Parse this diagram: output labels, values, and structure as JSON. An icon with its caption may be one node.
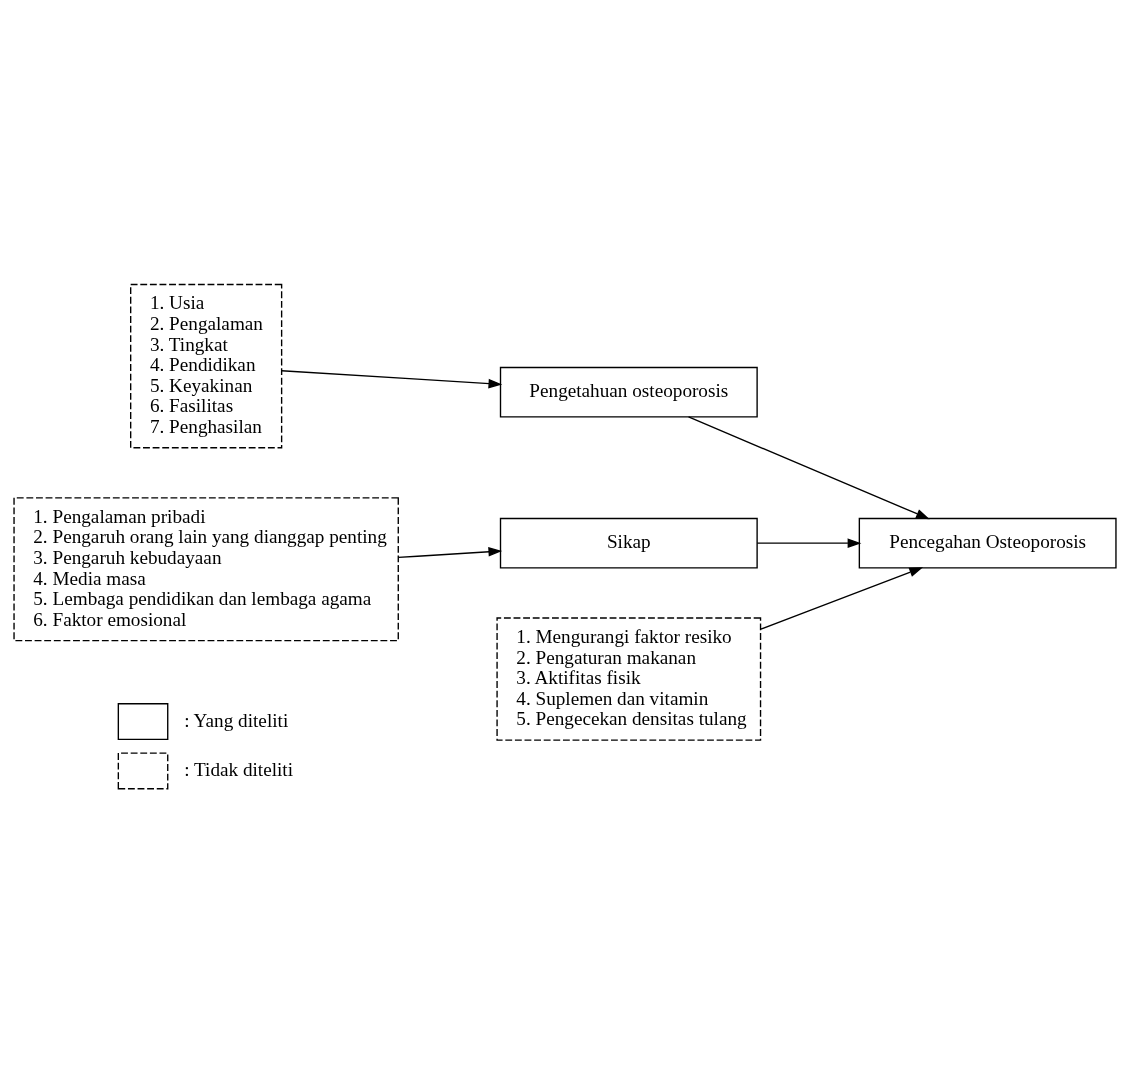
{
  "diagram": {
    "nodes": [
      {
        "text": [
          "1. Usia",
          "2. Pengalaman",
          "3. Tingkat",
          "4. Pendidikan",
          "5. Keyakinan",
          "6. Fasilitas",
          "7. Penghasilan"
        ]
      },
      {
        "text": [
          "Pengetahuan osteoporosis"
        ]
      },
      {
        "text": [
          "Pencegahan Osteoporosis"
        ]
      },
      {
        "text": [
          "1. Pengalaman pribadi",
          "2. Pengaruh orang lain yang dianggap penting",
          "3. Pengaruh kebudayaan",
          "4. Media masa",
          "5. Lembaga pendidikan dan lembaga agama",
          "6. Faktor emosional"
        ]
      },
      {
        "text": [
          "Sikap"
        ]
      },
      {
        "text": [
          "1. Mengurangi faktor resiko",
          "2. Pengaturan makanan",
          "3. Aktifitas fisik",
          "4. Suplemen dan vitamin",
          "5. Pengecekan densitas tulang"
        ]
      }
    ],
    "edges": [
      {
        "from": 0,
        "to": 1,
        "arrow": "to"
      },
      {
        "from": 1,
        "to": 2,
        "arrow": "to"
      },
      {
        "from": 3,
        "to": 4,
        "arrow": "to"
      },
      {
        "from": 4,
        "to": 2,
        "arrow": "to"
      },
      {
        "from": 5,
        "to": 2,
        "arrow": "to"
      }
    ],
    "legend": [
      {
        "text": ": Yang diteliti"
      },
      {
        "text": ": Tidak diteliti"
      }
    ]
  }
}
